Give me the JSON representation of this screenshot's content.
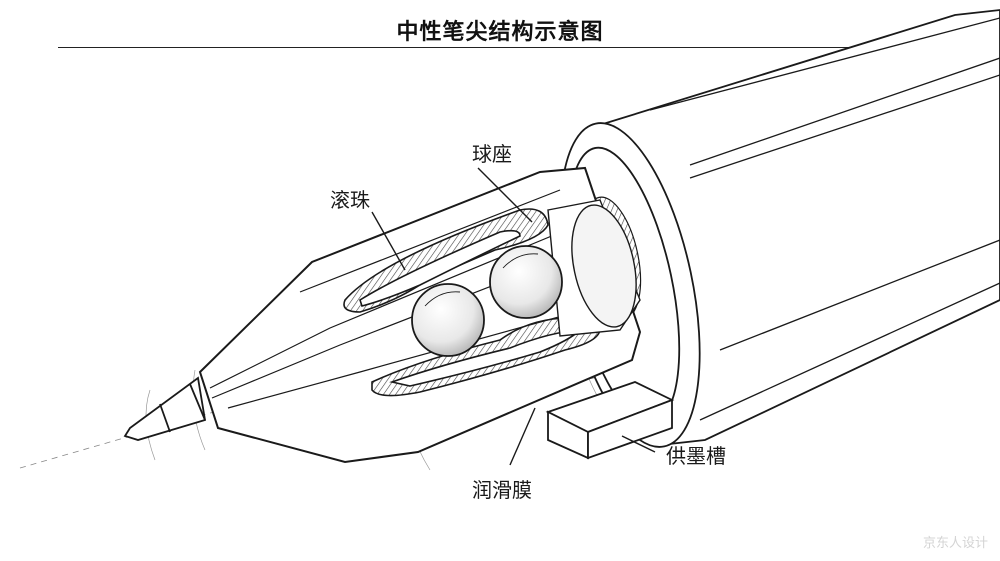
{
  "title": "中性笔尖结构示意图",
  "labels": {
    "ball": "滚珠",
    "seat": "球座",
    "film": "润滑膜",
    "ink_groove": "供墨槽"
  },
  "watermark": "京东人设计",
  "colors": {
    "line": "#1a1a1a",
    "hatch": "#444444",
    "guide": "#888888"
  }
}
